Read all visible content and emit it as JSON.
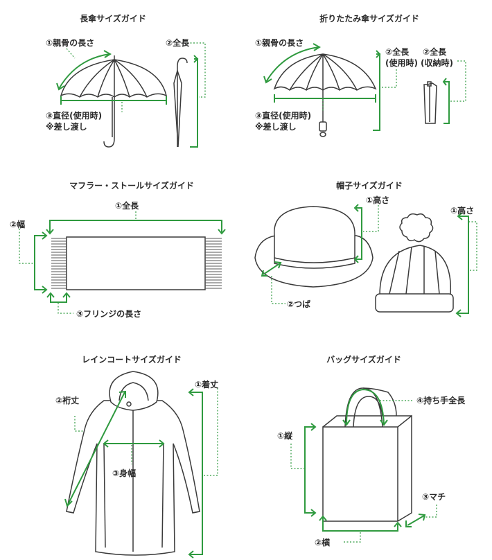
{
  "colors": {
    "accent": "#2f9a3f",
    "line": "#3a3a3a",
    "background": "#ffffff"
  },
  "long_umbrella": {
    "title": "長傘サイズガイド",
    "rib": "①親骨の長さ",
    "length": "②全長",
    "diameter": "③直径(使用時)",
    "note": "※差し渡し"
  },
  "folding_umbrella": {
    "title": "折りたたみ傘サイズガイド",
    "rib": "①親骨の長さ",
    "length_use": "②全長",
    "length_use_note": "(使用時)",
    "length_stored": "②全長",
    "length_stored_note": "(収納時)",
    "diameter": "③直径(使用時)",
    "note": "※差し渡し"
  },
  "muffler": {
    "title": "マフラー・ストールサイズガイド",
    "length": "①全長",
    "width": "②幅",
    "fringe": "③フリンジの長さ"
  },
  "hat": {
    "title": "帽子サイズガイド",
    "height_hat": "①高さ",
    "brim": "②つば",
    "height_knit": "①高さ"
  },
  "raincoat": {
    "title": "レインコートサイズガイド",
    "length": "①着丈",
    "sleeve": "②裄丈",
    "body_width": "③身幅"
  },
  "bag": {
    "title": "バッグサイズガイド",
    "handle": "④持ち手全長",
    "height": "①縦",
    "width": "②横",
    "gusset": "③マチ"
  }
}
